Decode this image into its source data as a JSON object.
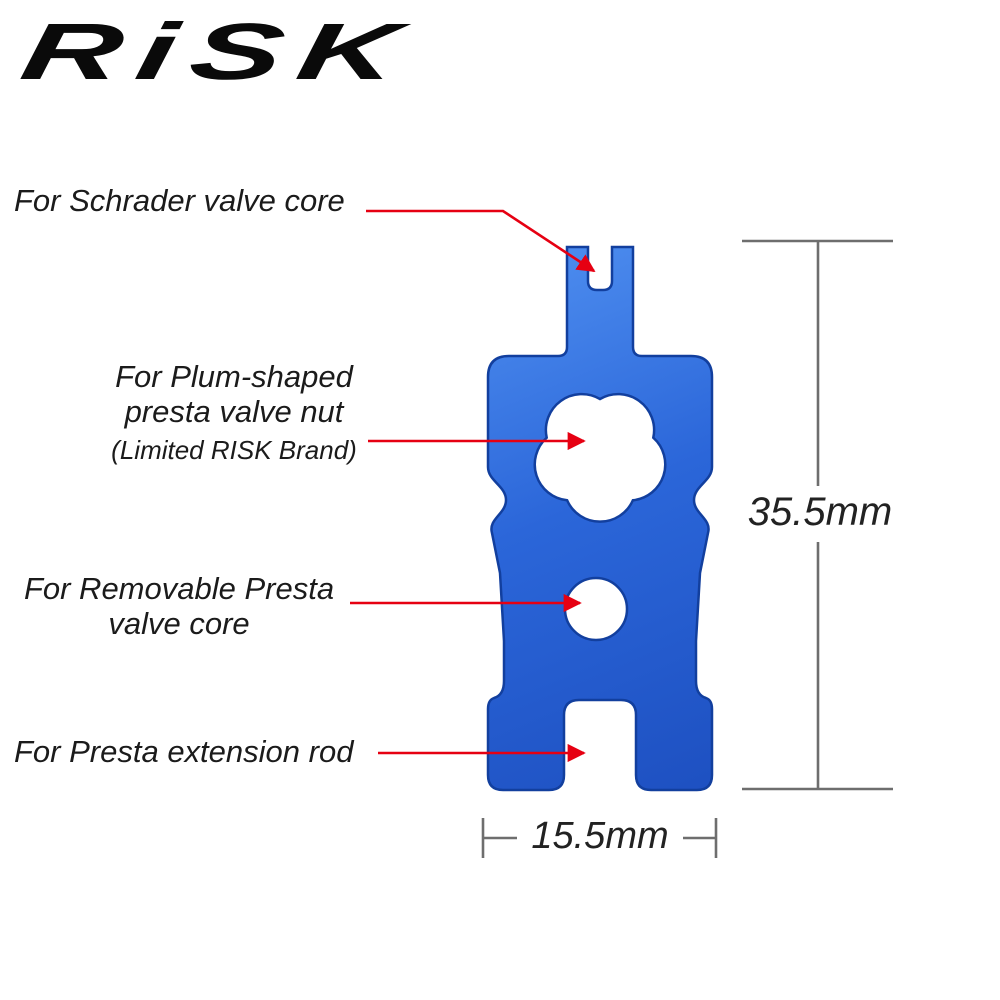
{
  "brand": {
    "logo_text": "RiSK"
  },
  "labels": {
    "schrader": "For Schrader valve core",
    "plum_line1": "For Plum-shaped",
    "plum_line2": "presta valve nut",
    "plum_note": "(Limited RISK Brand)",
    "removable_line1": "For Removable Presta",
    "removable_line2": "valve core",
    "extension": "For Presta extension rod"
  },
  "dimensions": {
    "height": "35.5mm",
    "width": "15.5mm"
  },
  "colors": {
    "tool-blue-light": "#4f8ff0",
    "tool-blue": "#2b66d9",
    "tool-blue-dark": "#1d4fc0",
    "tool-edge": "#123f9e",
    "annotation-red": "#e60012",
    "dimension-gray": "#6e6e6e",
    "label-text": "#1b1b1b",
    "logo-black": "#0a0a0a"
  }
}
